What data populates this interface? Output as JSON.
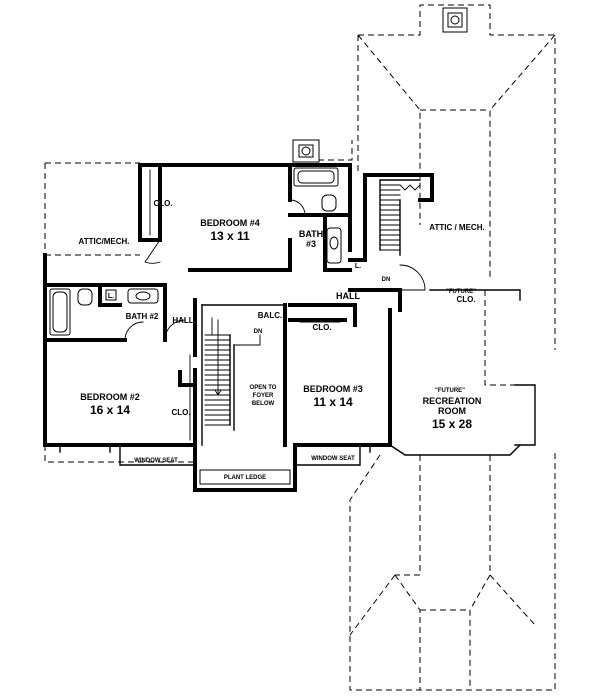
{
  "rooms": {
    "bedroom4": {
      "name": "BEDROOM #4",
      "size": "13 x 11"
    },
    "bedroom2": {
      "name": "BEDROOM #2",
      "size": "16 x 14"
    },
    "bedroom3": {
      "name": "BEDROOM #3",
      "size": "11 x 14"
    },
    "recreation": {
      "future": "\"FUTURE\"",
      "name": "RECREATION",
      "name2": "ROOM",
      "size": "15 x 28"
    },
    "bath3": {
      "line1": "BATH",
      "line2": "#3"
    },
    "bath2": {
      "name": "BATH #2"
    }
  },
  "labels": {
    "attic_left": "ATTIC/MECH.",
    "attic_right": "ATTIC / MECH.",
    "clo_b4": "CLO.",
    "clo_b2": "CLO.",
    "clo_b3": "CLO.",
    "future_clo_1": "\"FUTURE\"",
    "future_clo_2": "CLO.",
    "hall_left": "HALL",
    "hall_main": "HALL",
    "balc": "BALC.",
    "dn_main": "DN",
    "dn_right": "DN",
    "linen": "L.",
    "linen2": "L.",
    "open_1": "OPEN TO",
    "open_2": "FOYER",
    "open_3": "BELOW",
    "window_seat_left": "WINDOW SEAT",
    "window_seat_right": "WINDOW SEAT",
    "plant_ledge": "PLANT LEDGE"
  }
}
